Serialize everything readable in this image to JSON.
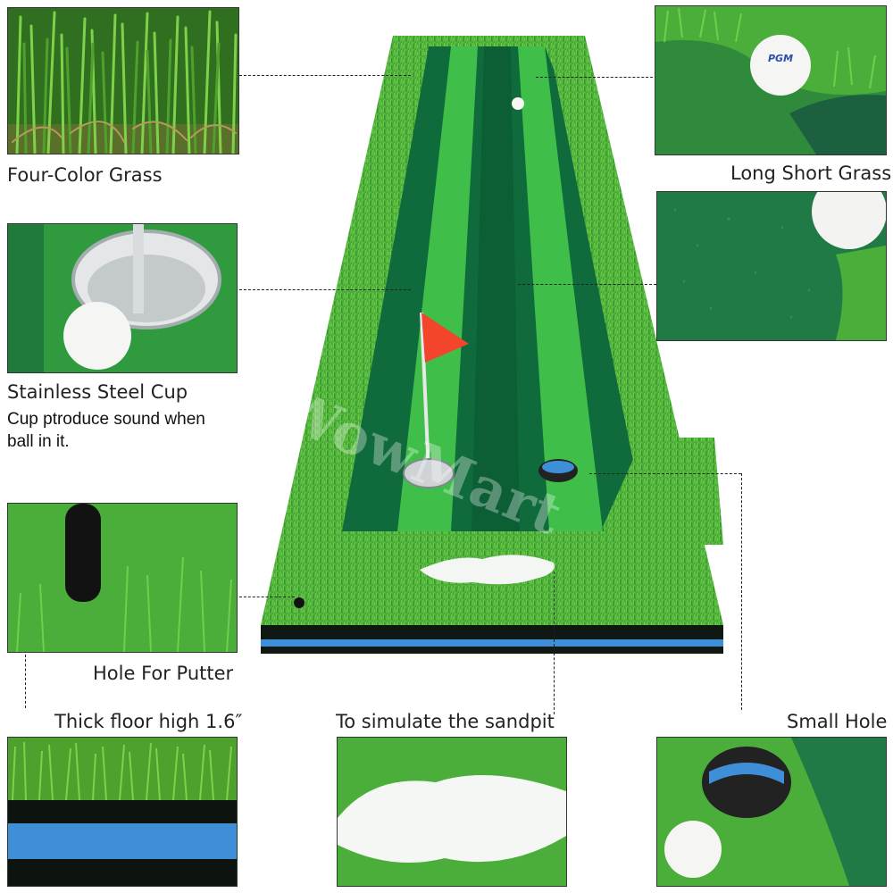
{
  "features": [
    {
      "id": "four-color-grass",
      "label": "Four-Color Grass"
    },
    {
      "id": "long-short-grass",
      "label": "Long Short Grass"
    },
    {
      "id": "stainless-steel-cup",
      "label": "Stainless Steel Cup",
      "note_line1": "Cup ptroduce sound when",
      "note_line2": "ball in it."
    },
    {
      "id": "hole-for-putter",
      "label": "Hole For Putter"
    },
    {
      "id": "thick-floor",
      "label": "Thick floor high 1.6″"
    },
    {
      "id": "sandpit",
      "label": "To simulate the sandpit"
    },
    {
      "id": "small-hole",
      "label": "Small Hole"
    }
  ],
  "watermark": "WowMart",
  "ball_brand": "PGM",
  "colors": {
    "grass_light": "#4caf3a",
    "grass_dark": "#2e7d32",
    "stripe_dark": "#0f6b3c",
    "stripe_light": "#3fbf4a",
    "foam_blue": "#3f8fd8",
    "flag_red": "#f2452c"
  }
}
